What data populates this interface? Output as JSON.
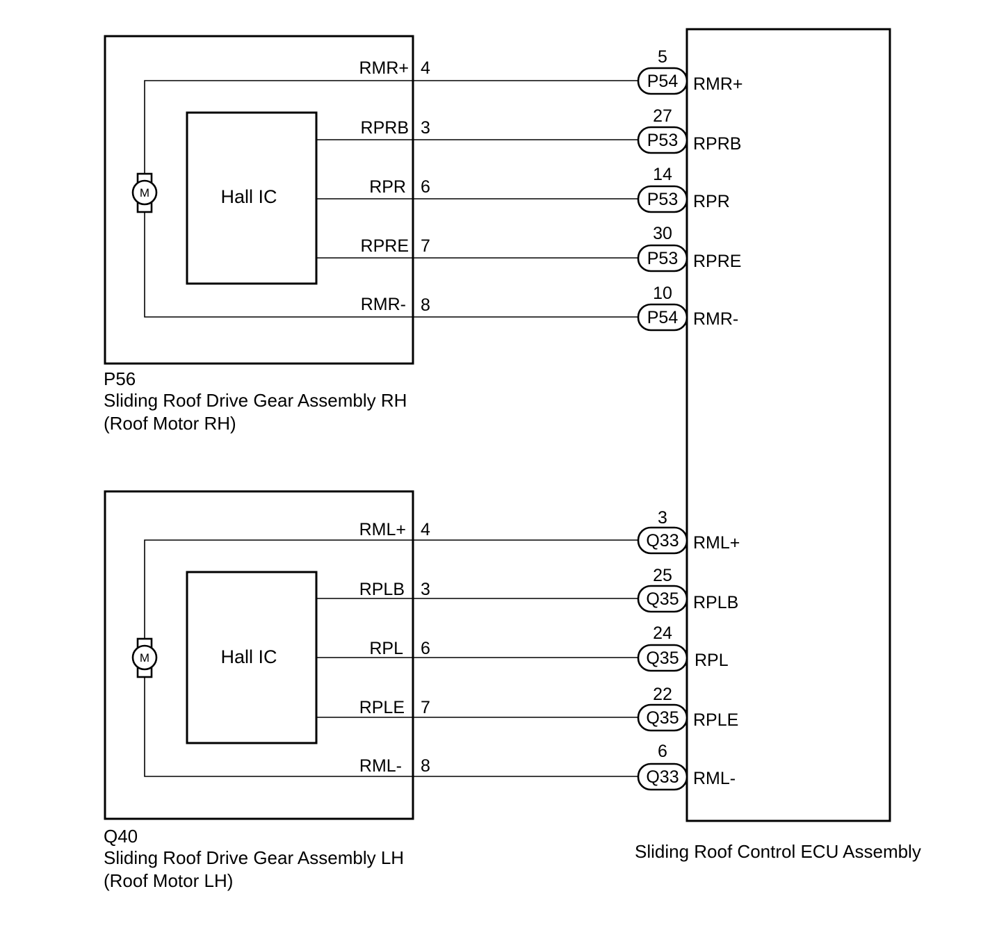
{
  "rh_assembly": {
    "code": "P56",
    "name": "Sliding Roof Drive Gear Assembly RH",
    "alias": "(Roof Motor RH)",
    "hall_label": "Hall IC",
    "motor_letter": "M",
    "wires": [
      {
        "signal": "RMR+",
        "pin": "4",
        "ecu_connector": "P54",
        "ecu_pin": "5",
        "ecu_signal": "RMR+"
      },
      {
        "signal": "RPRB",
        "pin": "3",
        "ecu_connector": "P53",
        "ecu_pin": "27",
        "ecu_signal": "RPRB"
      },
      {
        "signal": "RPR",
        "pin": "6",
        "ecu_connector": "P53",
        "ecu_pin": "14",
        "ecu_signal": "RPR"
      },
      {
        "signal": "RPRE",
        "pin": "7",
        "ecu_connector": "P53",
        "ecu_pin": "30",
        "ecu_signal": "RPRE"
      },
      {
        "signal": "RMR-",
        "pin": "8",
        "ecu_connector": "P54",
        "ecu_pin": "10",
        "ecu_signal": "RMR-"
      }
    ]
  },
  "lh_assembly": {
    "code": "Q40",
    "name": "Sliding Roof Drive Gear Assembly LH",
    "alias": "(Roof Motor LH)",
    "hall_label": "Hall IC",
    "motor_letter": "M",
    "wires": [
      {
        "signal": "RML+",
        "pin": "4",
        "ecu_connector": "Q33",
        "ecu_pin": "3",
        "ecu_signal": "RML+"
      },
      {
        "signal": "RPLB",
        "pin": "3",
        "ecu_connector": "Q35",
        "ecu_pin": "25",
        "ecu_signal": "RPLB"
      },
      {
        "signal": "RPL",
        "pin": "6",
        "ecu_connector": "Q35",
        "ecu_pin": "24",
        "ecu_signal": "RPL"
      },
      {
        "signal": "RPLE",
        "pin": "7",
        "ecu_connector": "Q35",
        "ecu_pin": "22",
        "ecu_signal": "RPLE"
      },
      {
        "signal": "RML-",
        "pin": "8",
        "ecu_connector": "Q33",
        "ecu_pin": "6",
        "ecu_signal": "RML-"
      }
    ]
  },
  "ecu": {
    "name": "Sliding Roof Control ECU Assembly"
  }
}
